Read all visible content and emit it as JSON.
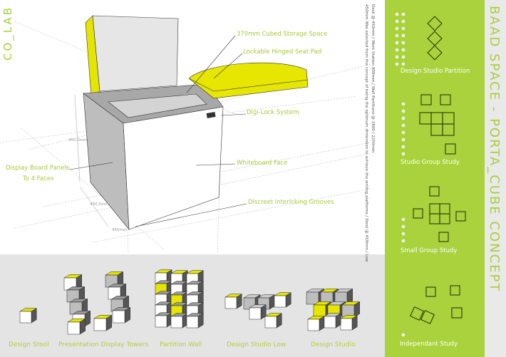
{
  "logo": "CO_LAB",
  "title": "BAAD SPACE - PORTA_CUBE CONCEPT",
  "notes": [
    "450mm Was selected from the concept of being the optimum dimension to achieve the writing platforms / Stool @ 450mm / Low",
    "Desk @ 450mm / Work Station 900mm / Wall Partitions @ 1800 / 2250mm"
  ],
  "callouts": {
    "storage": "370mm Cubed Storage Space",
    "seat_pad": "Lockable Hinged Seat Pad",
    "lock": "Digi-Lock System",
    "whiteboard": "Whiteboard Face",
    "display_1": "Display Board Panels",
    "display_2": "To 4 Faces",
    "grooves": "Discreet Interlcking Grooves"
  },
  "dimensions": [
    "450.0mm",
    "450.0mm",
    "450mm"
  ],
  "configurations": [
    "Design Stool",
    "Presentation Display Towers",
    "Partition Wall",
    "Design Studio Low",
    "Design Studio"
  ],
  "layouts": [
    "Design Studio Partition",
    "Studio Group Study",
    "Small Group Study",
    "Independant Study"
  ],
  "colors": {
    "accent": "#a9d23d",
    "seat": "#e6e600",
    "band": "#e4e4e4"
  }
}
